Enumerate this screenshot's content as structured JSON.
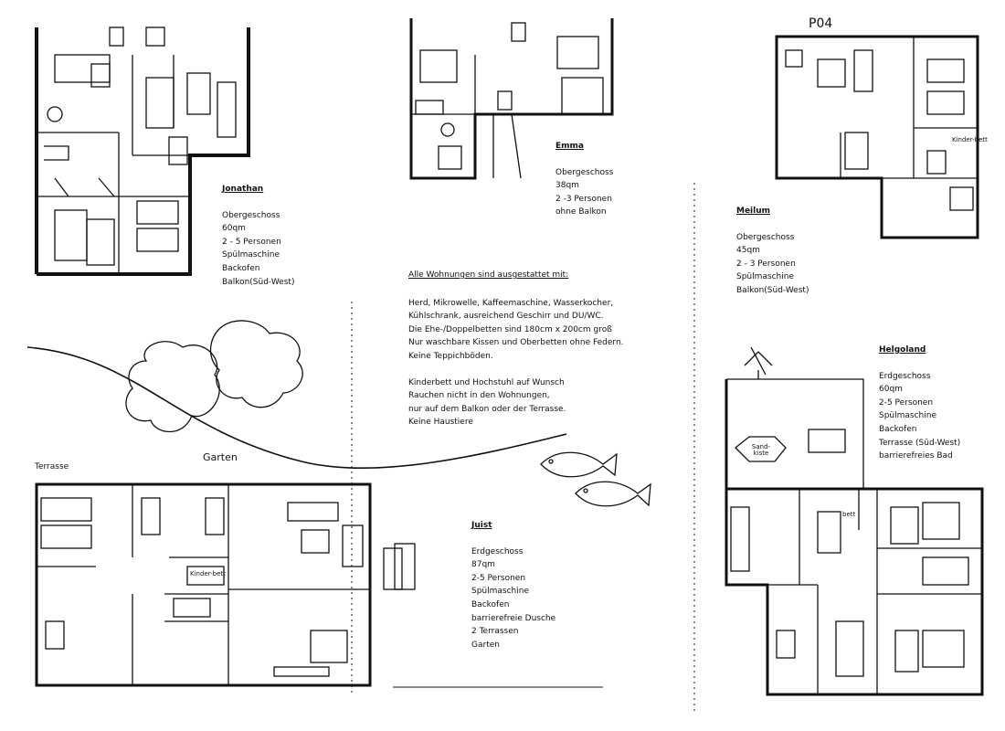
{
  "apartments": [
    {
      "id": "jonathan",
      "name": "Jonathan",
      "details": [
        "Obergeschoss",
        "60qm",
        "2 - 5 Personen",
        "Spülmaschine",
        "Backofen",
        "Balkon(Süd-West)"
      ]
    },
    {
      "id": "emma",
      "name": "Emma",
      "details": [
        "Obergeschoss",
        "38qm",
        "2 -3 Personen",
        "ohne Balkon"
      ]
    },
    {
      "id": "meilum",
      "name": "Meilum",
      "details": [
        "Obergeschoss",
        "45qm",
        "2 - 3 Personen",
        "Spülmaschine",
        "Balkon(Süd-West)"
      ]
    },
    {
      "id": "helgoland",
      "name": "Helgoland",
      "details": [
        "Erdgeschoss",
        "60qm",
        "2-5 Personen",
        "Spülmaschine",
        "Backofen",
        "Terrasse (Süd-West)",
        "barrierefreies Bad"
      ]
    },
    {
      "id": "juist",
      "name": "Juist",
      "details": [
        "Erdgeschoss",
        "87qm",
        "2-5 Personen",
        "Spülmaschine",
        "Backofen",
        "barrierefreie Dusche",
        "2 Terrassen",
        "Garten"
      ]
    }
  ],
  "amenities": {
    "heading": "Alle Wohnungen sind ausgestattet mit:",
    "lines": [
      "Herd, Mikrowelle, Kaffeemaschine, Wasserkocher,",
      "Kühlschrank, ausreichend Geschirr und DU/WC.",
      "Die Ehe-/Doppelbetten sind 180cm x 200cm  groß",
      "Nur waschbare Kissen und Oberbetten ohne Federn.",
      "Keine Teppichböden."
    ],
    "lines2": [
      "Kinderbett und Hochstuhl auf Wunsch",
      "Rauchen nicht in den Wohnungen,",
      "nur auf dem Balkon oder der Terrasse.",
      "Keine Haustiere"
    ]
  },
  "labels": {
    "garten": "Garten",
    "terrasse": "Terrasse",
    "sandkiste": "Sand-kiste",
    "kinderbett": "Kinder-bett",
    "bett": "bett",
    "top": "P04"
  }
}
